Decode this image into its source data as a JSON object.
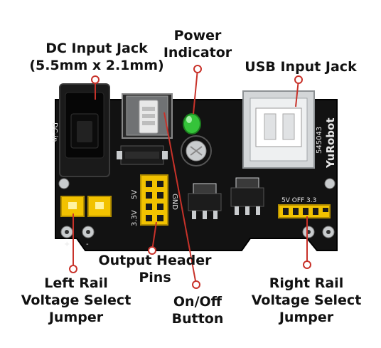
{
  "labels": {
    "dc_jack": [
      "DC Input Jack",
      "(5.5mm x 2.1mm)"
    ],
    "power_indicator": [
      "Power",
      "Indicator"
    ],
    "usb_jack": [
      "USB Input Jack"
    ],
    "output_header": [
      "Output Header",
      "Pins"
    ],
    "left_rail": [
      "Left Rail",
      "Voltage Select",
      "Jumper"
    ],
    "on_off": [
      "On/Off",
      "Button"
    ],
    "right_rail": [
      "Right Rail",
      "Voltage Select",
      "Jumper"
    ]
  },
  "board_text": {
    "dc_in": "DC-in",
    "brand": "YuRobot",
    "model": "545043",
    "v5": "5V",
    "v33": "3.3V",
    "gnd": "GND",
    "right_sel": "5V OFF 3.3",
    "plus": "+",
    "minus": "-"
  },
  "colors": {
    "board": "#111111",
    "header_yellow": "#f2c200",
    "led_green": "#35c43a",
    "callout_red": "#c8322a",
    "metal": "#c9ccce"
  }
}
